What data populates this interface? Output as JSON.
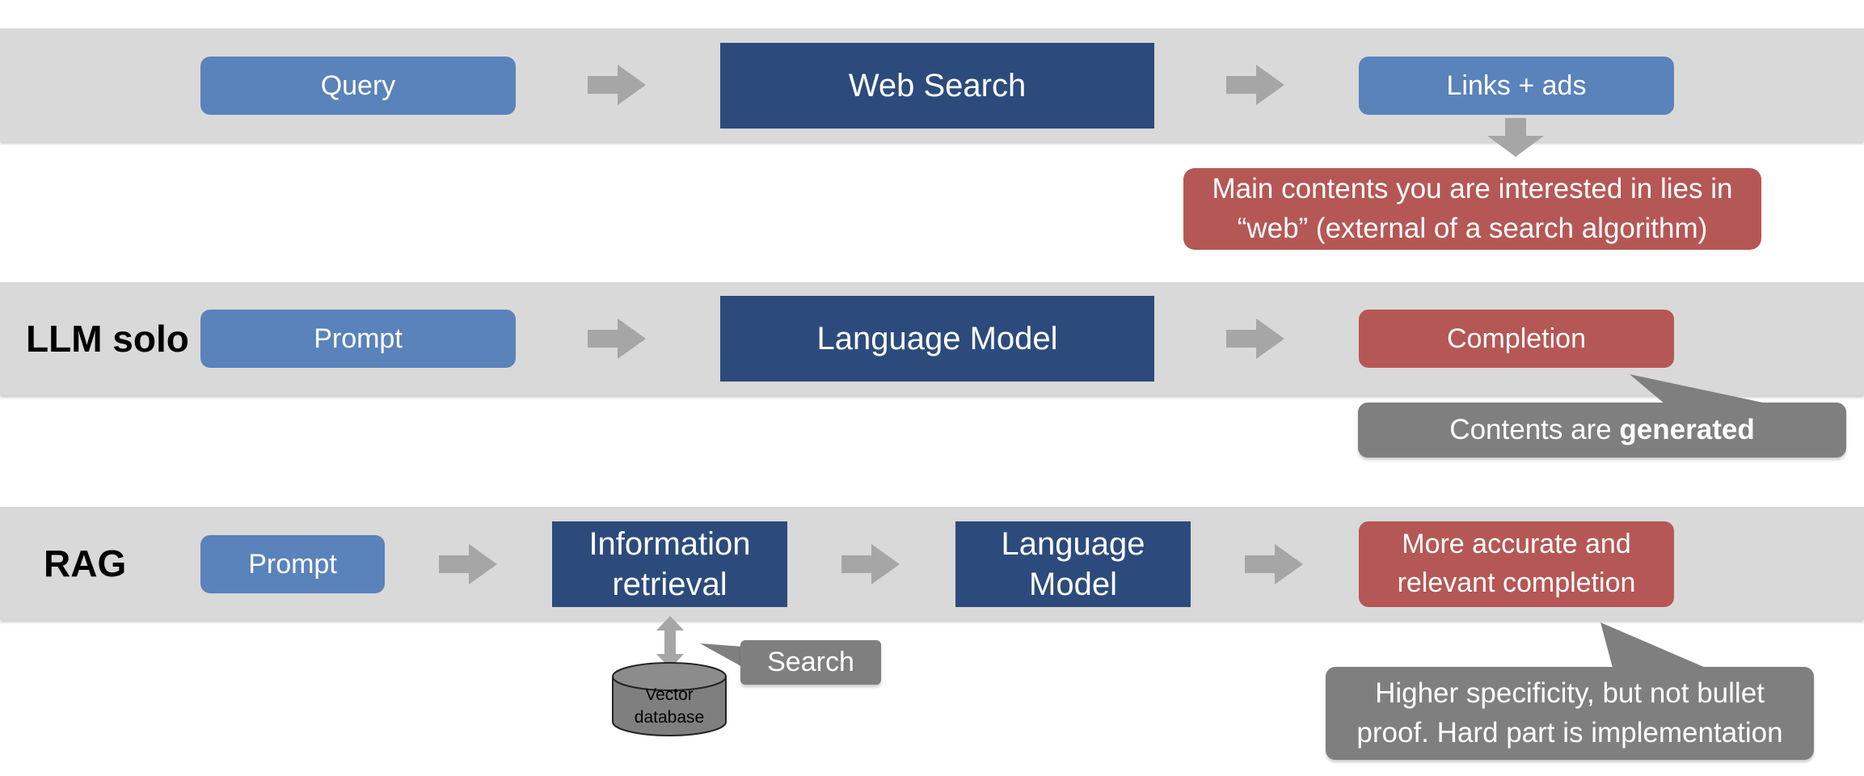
{
  "rows": {
    "web": {
      "label": "",
      "query": "Query",
      "processor": "Web Search",
      "output": "Links + ads",
      "note": "Main contents you are interested in lies in “web” (external of a search algorithm)"
    },
    "llm": {
      "label": "LLM solo",
      "input": "Prompt",
      "processor": "Language Model",
      "output": "Completion",
      "note_prefix": "Contents are ",
      "note_bold": "generated"
    },
    "rag": {
      "label": "RAG",
      "input": "Prompt",
      "retrieval": "Information retrieval",
      "processor": "Language Model",
      "output": "More accurate and relevant completion",
      "search_label": "Search",
      "database_label": "Vector database",
      "note": "Higher specificity, but not bullet proof. Hard part is implementation"
    }
  },
  "colors": {
    "band": "#d9d9d9",
    "light_blue": "#5a82bb",
    "dark_blue": "#2c4b7c",
    "red": "#b55755",
    "gray_callout": "#7f7f7f",
    "arrow": "#a6a6a6"
  }
}
